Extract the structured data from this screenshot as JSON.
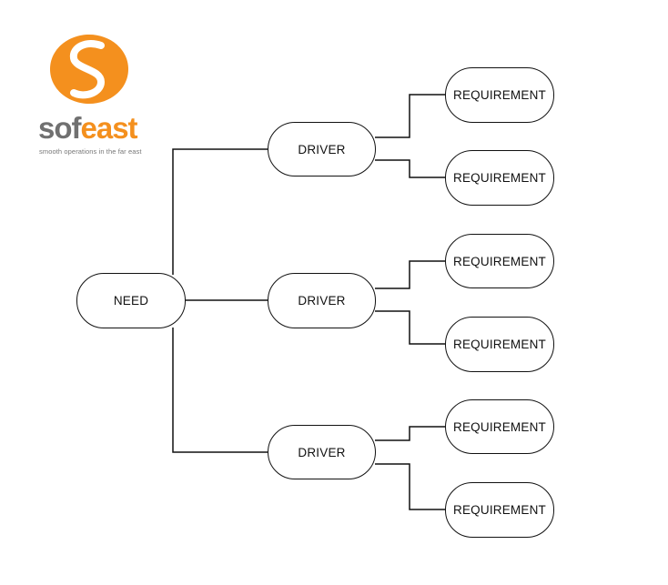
{
  "brand": {
    "wordmark_prefix": "sof",
    "wordmark_suffix": "east",
    "tagline": "smooth operations in the far east",
    "colors": {
      "orange": "#F4901E",
      "gray": "#707070"
    }
  },
  "diagram": {
    "root": {
      "label": "NEED"
    },
    "drivers": [
      {
        "label": "DRIVER",
        "requirements": [
          {
            "label": "REQUIREMENT"
          },
          {
            "label": "REQUIREMENT"
          }
        ]
      },
      {
        "label": "DRIVER",
        "requirements": [
          {
            "label": "REQUIREMENT"
          },
          {
            "label": "REQUIREMENT"
          }
        ]
      },
      {
        "label": "DRIVER",
        "requirements": [
          {
            "label": "REQUIREMENT"
          },
          {
            "label": "REQUIREMENT"
          }
        ]
      }
    ]
  }
}
